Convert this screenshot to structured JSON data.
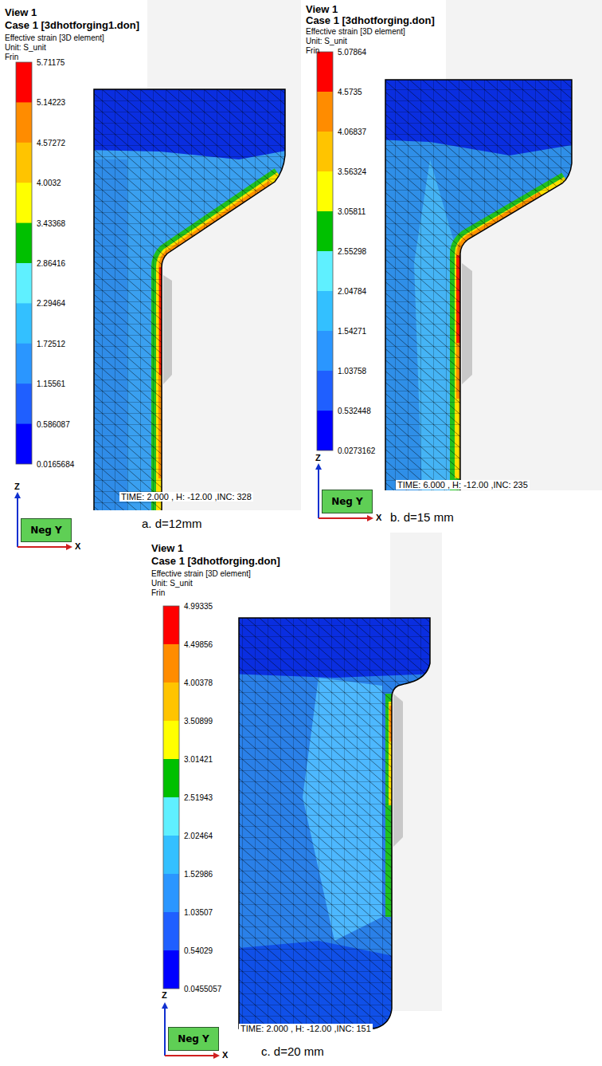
{
  "diagram": {
    "nodes": [
      {
        "text": [
          "Neg Y"
        ]
      },
      {
        "text": [
          "Neg Y"
        ]
      },
      {
        "text": [
          "Neg Y"
        ]
      }
    ],
    "labels": [
      "View 1",
      "Case 1 [3dhotforging1.don]",
      "Effective strain [3D element]",
      "Unit: S_unit",
      "Frin",
      "5.71175",
      "5.14223",
      "4.57272",
      "4.0032",
      "3.43368",
      "2.86416",
      "2.29464",
      "1.72512",
      "1.15561",
      "0.586087",
      "0.0165684",
      "Z",
      "X",
      "TIME: 2.000 , H: -12.00 ,INC: 328",
      "a. d=12mm",
      "View 1",
      "Case 1 [3dhotforging.don]",
      "Effective strain [3D element]",
      "Unit: S_unit",
      "Frin",
      "5.07864",
      "4.5735",
      "4.06837",
      "3.56324",
      "3.05811",
      "2.55298",
      "2.04784",
      "1.54271",
      "1.03758",
      "0.532448",
      "0.0273162",
      "Z",
      "X",
      "TIME: 6.000 , H: -12.00 ,INC: 235",
      "b. d=15 mm",
      "View 1",
      "Case 1 [3dhotforging.don]",
      "Effective strain [3D element]",
      "Unit: S_unit",
      "Frin",
      "4.99335",
      "4.49856",
      "4.00378",
      "3.50899",
      "3.01421",
      "2.51943",
      "2.02464",
      "1.52986",
      "1.03507",
      "0.54029",
      "0.0455057",
      "Z",
      "X",
      "TIME: 2.000 , H: -12.00 ,INC: 151",
      "c. d=20 mm"
    ]
  }
}
